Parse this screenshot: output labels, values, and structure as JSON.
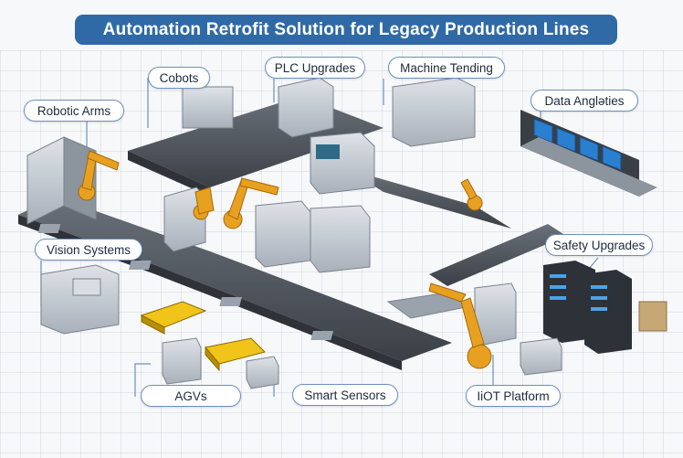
{
  "title": "Automation Retrofit Solution for Legacy Production Lines",
  "labels": {
    "robotic_arms": "Robotic Arms",
    "cobots": "Cobots",
    "plc_upgrades": "PLC Upgrades",
    "machine_tending": "Machine Tending",
    "data_analytics": "Data Anglәties",
    "vision_systems": "Vision Systems",
    "safety_upgrades": "Safety Upgrades",
    "agvs": "AGVs",
    "smart_sensors": "Smart Sensors",
    "iiot_platform": "IiOT Platform"
  },
  "colors": {
    "title_bg": "#2f6aa6",
    "label_border": "#6d8fbf",
    "robot_orange": "#e8a020",
    "agv_yellow": "#f0c419",
    "machine_gray": "#b9c0c8",
    "conveyor_dark": "#4a4f57",
    "screen_blue": "#2a7fd0"
  }
}
